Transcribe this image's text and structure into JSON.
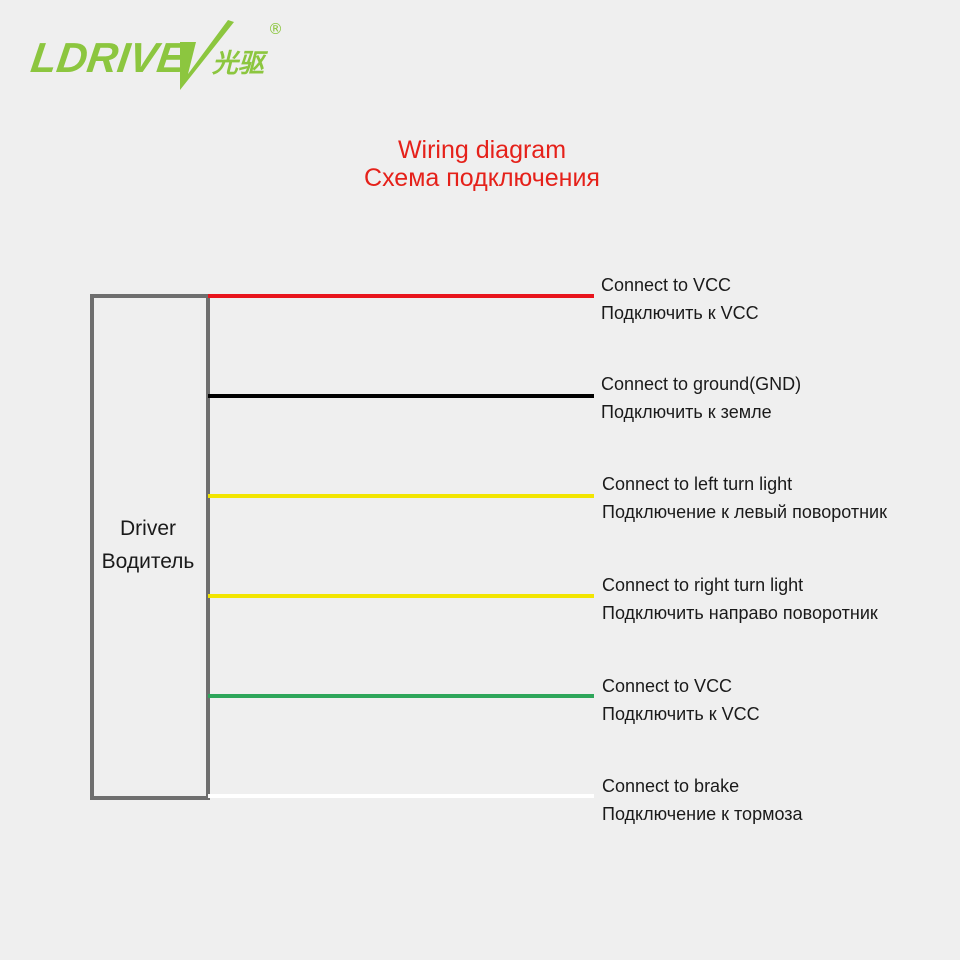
{
  "logo": {
    "brand_latin": "LDRIVE",
    "brand_cn": "光驱",
    "registered_mark": "®",
    "brand_color": "#8cc63f"
  },
  "title": {
    "en": "Wiring diagram",
    "ru": "Схема подключения",
    "color": "#e5211a"
  },
  "driver": {
    "en": "Driver",
    "ru": "Водитель"
  },
  "wires": [
    {
      "color": "#e8141c",
      "en": "Connect to VCC",
      "ru": "Подключить к VCC"
    },
    {
      "color": "#000000",
      "en": "Connect to ground(GND)",
      "ru": "Подключить к земле"
    },
    {
      "color": "#f2e500",
      "en": "Connect to left turn light",
      "ru": "Подключение к левый поворотник"
    },
    {
      "color": "#f2e500",
      "en": "Connect to right turn light",
      "ru": "Подключить направо поворотник"
    },
    {
      "color": "#2ea65a",
      "en": "Connect to VCC",
      "ru": "Подключить к VCC"
    },
    {
      "color": "#ffffff",
      "en": "Connect to brake",
      "ru": "Подключение к тормоза"
    }
  ]
}
